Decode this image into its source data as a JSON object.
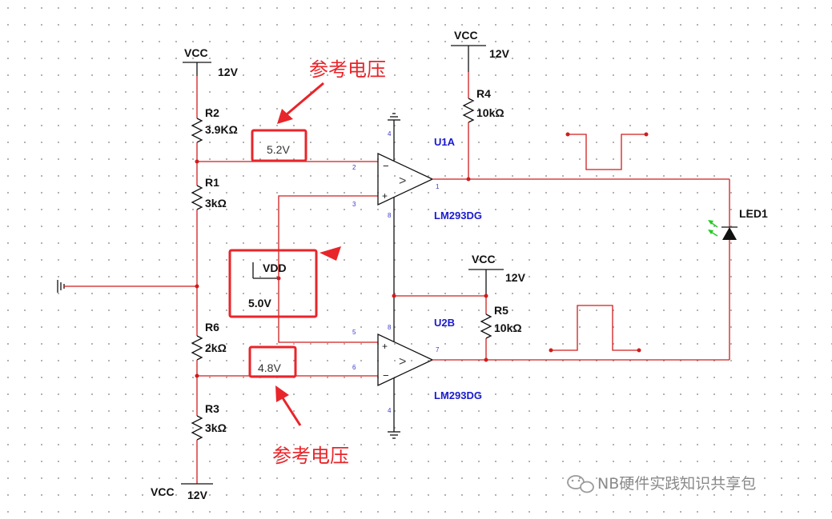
{
  "supplies": {
    "vcc_label": "VCC",
    "vcc_voltage": "12V",
    "vdd_label": "VDD",
    "vdd_voltage": "5.0V"
  },
  "resistors": {
    "r1_name": "R1",
    "r1_value": "3kΩ",
    "r2_name": "R2",
    "r2_value": "3.9KΩ",
    "r3_name": "R3",
    "r3_value": "3kΩ",
    "r4_name": "R4",
    "r4_value": "10kΩ",
    "r5_name": "R5",
    "r5_value": "10kΩ",
    "r6_name": "R6",
    "r6_value": "2kΩ"
  },
  "comparators": {
    "u1_name": "U1A",
    "u2_name": "U2B",
    "part": "LM293DG",
    "u1_pins": {
      "inv": "2",
      "noninv": "3",
      "out": "1",
      "vplus": "4",
      "vminus": "8"
    },
    "u2_pins": {
      "noninv": "5",
      "inv": "6",
      "out": "7",
      "vplus": "8",
      "vminus": "4"
    }
  },
  "led": {
    "name": "LED1"
  },
  "probes": {
    "upper": "5.2V",
    "lower": "4.8V"
  },
  "annotations": {
    "reference_voltage": "参考电压"
  },
  "watermark": "NB硬件实践知识共享包",
  "colors": {
    "wire": "#d01c1c",
    "annotation": "#e8252a",
    "part_label": "#1a1ad0",
    "led_glow": "#22cc22"
  }
}
